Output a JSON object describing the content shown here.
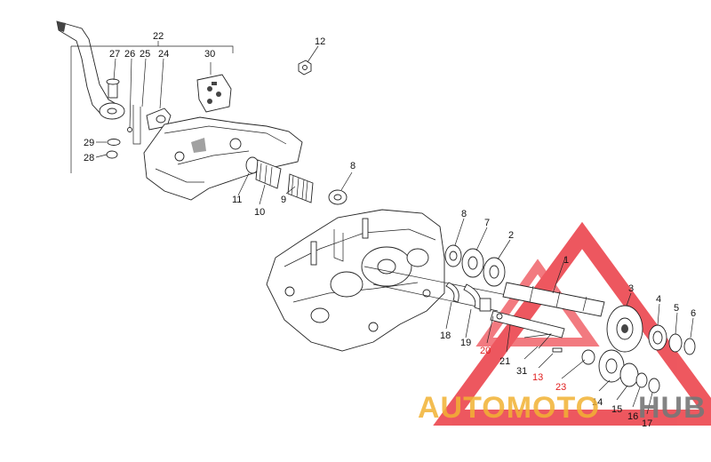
{
  "diagram": {
    "callouts": {
      "c1": "1",
      "c2": "2",
      "c3": "3",
      "c4": "4",
      "c5": "5",
      "c6": "6",
      "c7": "7",
      "c8a": "8",
      "c8b": "8",
      "c9": "9",
      "c10": "10",
      "c11": "11",
      "c12": "12",
      "c13": "13",
      "c14": "14",
      "c15": "15",
      "c16": "16",
      "c17": "17",
      "c18": "18",
      "c19": "19",
      "c20": "20",
      "c21": "21",
      "c22": "22",
      "c23": "23",
      "c24": "24",
      "c25": "25",
      "c26": "26",
      "c27": "27",
      "c28": "28",
      "c29": "29",
      "c30": "30",
      "c31": "31"
    }
  },
  "watermark": {
    "text_auto": "AUTOMOTO",
    "text_hub": "HUB",
    "color_primary": "#e8202a",
    "color_secondary": "#f2b233",
    "color_dark": "#777777"
  }
}
